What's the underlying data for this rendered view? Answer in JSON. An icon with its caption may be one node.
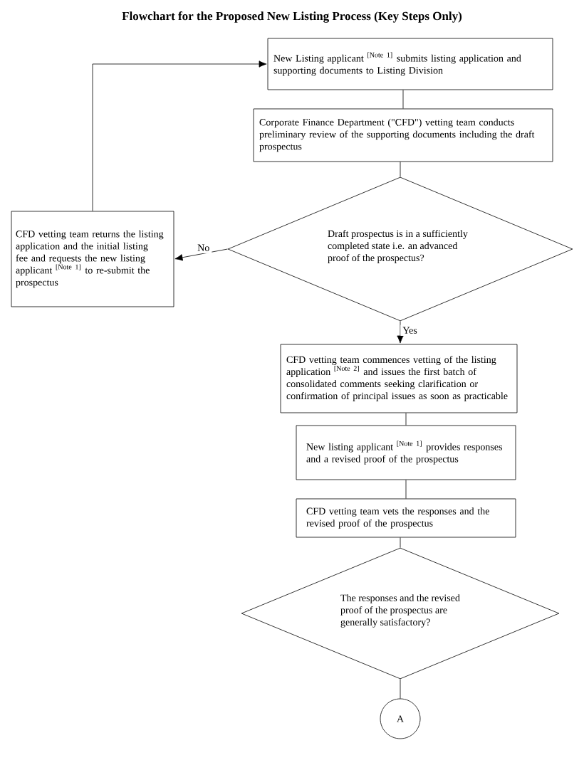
{
  "diagram": {
    "title": "Flowchart for the Proposed New Listing Process (Key Steps Only)",
    "nodes": [
      {
        "text": [
          "New Listing applicant $^{[Note 1]}$ submits listing application and supporting documents to Listing Division"
        ]
      },
      {
        "text": [
          "Corporate Finance Department (\"CFD\") vetting team conducts preliminary review of the supporting documents including the draft prospectus"
        ]
      },
      {
        "text": [
          "Draft prospectus is in a sufficiently completed state i.e. an advanced proof of the prospectus?"
        ]
      },
      {
        "text": [
          "CFD vetting team returns the listing application and the initial listing fee and requests the new listing applicant $^{[Note 1]}$ to re-submit the prospectus"
        ]
      },
      {
        "text": [
          "CFD vetting team commences vetting of the listing application $^{[Note 2]}$ and issues the first batch of consolidated comments seeking clarification or confirmation of principal issues as soon as practicable"
        ]
      },
      {
        "text": [
          "New listing applicant $^{[Note 1]}$ provides responses and a revised proof of the prospectus"
        ]
      },
      {
        "text": [
          "CFD vetting team vets the responses and the revised proof of the prospectus"
        ]
      },
      {
        "text": [
          "The responses and the revised proof of the prospectus are generally satisfactory?"
        ]
      },
      {
        "text": [
          "A"
        ]
      }
    ],
    "edges": [
      {
        "from": 0,
        "to": 1,
        "arrow": "none"
      },
      {
        "from": 1,
        "to": 2,
        "arrow": "none"
      },
      {
        "from": 2,
        "to": 3,
        "arrow": "to",
        "label": "No"
      },
      {
        "from": 2,
        "to": 4,
        "arrow": "to",
        "label": "Yes"
      },
      {
        "from": 4,
        "to": 5,
        "arrow": "none"
      },
      {
        "from": 5,
        "to": 6,
        "arrow": "none"
      },
      {
        "from": 6,
        "to": 7,
        "arrow": "none"
      },
      {
        "from": 7,
        "to": 8,
        "arrow": "none"
      },
      {
        "from": 3,
        "to": 0,
        "arrow": "to"
      }
    ]
  }
}
